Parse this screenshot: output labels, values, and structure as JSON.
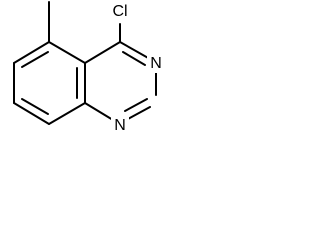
{
  "structure": {
    "atoms": {
      "cl": "Cl",
      "n3": "N",
      "n1": "N"
    },
    "colors": {
      "bond": "#000000",
      "label": "#000000",
      "background": "#ffffff"
    }
  }
}
